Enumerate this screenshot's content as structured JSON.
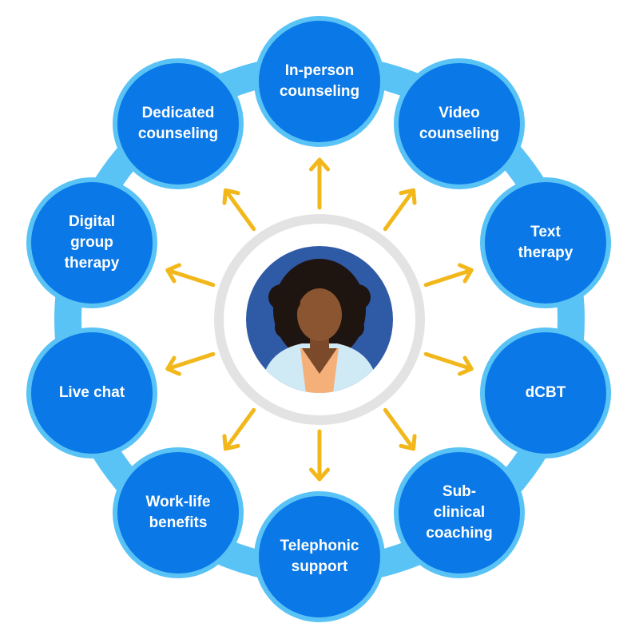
{
  "diagram": {
    "center": {
      "icon": "person-avatar-icon"
    },
    "services": [
      {
        "label": "In-person\ncounseling"
      },
      {
        "label": "Video\ncounseling"
      },
      {
        "label": "Text\ntherapy"
      },
      {
        "label": "dCBT"
      },
      {
        "label": "Sub-\nclinical\ncoaching"
      },
      {
        "label": "Telephonic\nsupport"
      },
      {
        "label": "Work-life\nbenefits"
      },
      {
        "label": "Live chat"
      },
      {
        "label": "Digital\ngroup\ntherapy"
      },
      {
        "label": "Dedicated\ncounseling"
      }
    ]
  },
  "colors": {
    "node_fill": "#0a78e6",
    "node_ring": "#59c3f5",
    "arrow": "#f2b81b",
    "center_ring": "#e3e3e3",
    "avatar_bg": "#2f5aa6"
  }
}
